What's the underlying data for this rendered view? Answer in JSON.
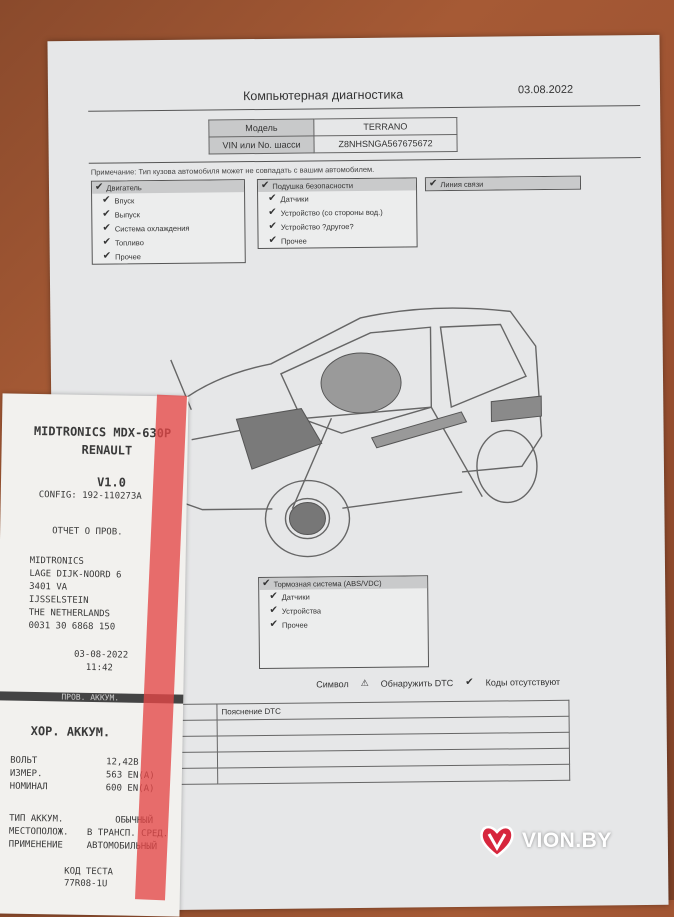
{
  "report": {
    "title": "Компьютерная диагностика",
    "date": "03.08.2022",
    "model_label": "Модель",
    "model_value": "TERRANO",
    "vin_label": "VIN или No. шасси",
    "vin_value": "Z8NHSNGA567675672",
    "note": "Примечание: Тип кузова автомобиля может не совпадать с вашим автомобилем."
  },
  "groups": {
    "engine": {
      "title": "Двигатель",
      "items": [
        "Впуск",
        "Выпуск",
        "Система охлаждения",
        "Топливо",
        "Прочее"
      ]
    },
    "airbag": {
      "title": "Подушка безопасности",
      "items": [
        "Датчики",
        "Устройство (со стороны вод.)",
        "Устройство ?другое?",
        "Прочее"
      ]
    },
    "comm": {
      "title": "Линия связи"
    },
    "brake": {
      "title": "Тормозная система (ABS/VDC)",
      "items": [
        "Датчики",
        "Устройства",
        "Прочее"
      ]
    }
  },
  "legend": {
    "symbol": "Символ",
    "detect": "Обнаружить DTC",
    "none": "Коды отсутствуют"
  },
  "dtc": {
    "header": "Пояснение DTC"
  },
  "receipt": {
    "device": "MIDTRONICS MDX-630P",
    "brand": "RENAULT",
    "version": "V1.0",
    "config": "CONFIG:  192-110273A",
    "report_title": "ОТЧЕТ О ПРОВ.",
    "address": [
      "MIDTRONICS",
      "LAGE DIJK-NOORD 6",
      "3401 VA",
      "IJSSELSTEIN",
      "THE NETHERLANDS",
      "0031 30 6868 150"
    ],
    "date": "03-08-2022",
    "time": "11:42",
    "band": "ПРОВ. АККУМ.",
    "result": "ХОР. АККУМ.",
    "rows": [
      {
        "label": "ВОЛЬТ",
        "value": "12,42В"
      },
      {
        "label": "ИЗМЕР.",
        "value": "563 EN(A)"
      },
      {
        "label": "НОМИНАЛ",
        "value": "600 EN(A)"
      }
    ],
    "type_label": "ТИП АККУМ.",
    "type_value": "ОБЫЧНЫЙ",
    "place_label": "МЕСТОПОЛОЖ.",
    "place_value": "В ТРАНСП. СРЕД.",
    "use_label": "ПРИМЕНЕНИЕ",
    "use_value": "АВТОМОБИЛЬНЫЙ",
    "code_label": "КОД ТЕСТА",
    "code_value": "77R08-1U"
  },
  "watermark": {
    "text": "VION.BY",
    "color": "#d7263d"
  }
}
